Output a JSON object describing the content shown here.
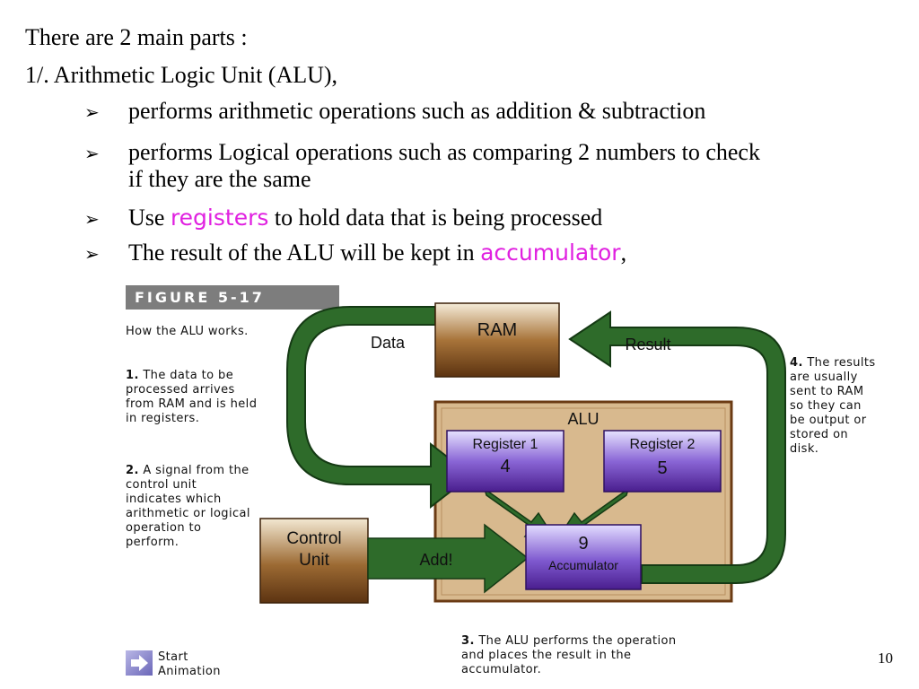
{
  "heading": "There are 2 main parts :",
  "subheading": "1/. Arithmetic Logic Unit (ALU),",
  "bullets": {
    "b1": "performs arithmetic operations such as addition & subtraction",
    "b2_line1": "performs Logical operations such as comparing 2 numbers to check",
    "b2_line2": "if they are the same",
    "b3_pre": "Use",
    "b3_hl": "registers",
    "b3_post": "to hold data that is being processed",
    "b4_pre": "The result of the ALU will be kept in",
    "b4_hl": "accumulator",
    "b4_post": ",",
    "marker": "➢"
  },
  "figure": {
    "title": "FIGURE 5-17",
    "caption": "How the ALU works.",
    "step1_num": "1.",
    "step1": "The data to be processed arrives from RAM and is held in registers.",
    "step2_num": "2.",
    "step2": "A signal from the control unit indicates which arithmetic or logical operation to perform.",
    "step3_num": "3.",
    "step3": "The ALU performs the operation and places the result in the accumulator.",
    "step4_num": "4.",
    "step4": "The results are usually sent to RAM so they can be output or stored on disk.",
    "start_line1": "Start",
    "start_line2": "Animation"
  },
  "diagram": {
    "ram": "RAM",
    "alu": "ALU",
    "data_label": "Data",
    "result_label": "Result",
    "register1_label": "Register 1",
    "register1_value": "4",
    "register2_label": "Register 2",
    "register2_value": "5",
    "accumulator_value": "9",
    "accumulator_label": "Accumulator",
    "control_line1": "Control",
    "control_line2": "Unit",
    "add_label": "Add!"
  },
  "page_number": "10",
  "colors": {
    "highlight": "#e020e0",
    "arrow_green": "#2e6b2a",
    "register_purple": "#5a2d9a",
    "box_brown": "#6b3b14",
    "alu_tan": "#d8b98e"
  }
}
